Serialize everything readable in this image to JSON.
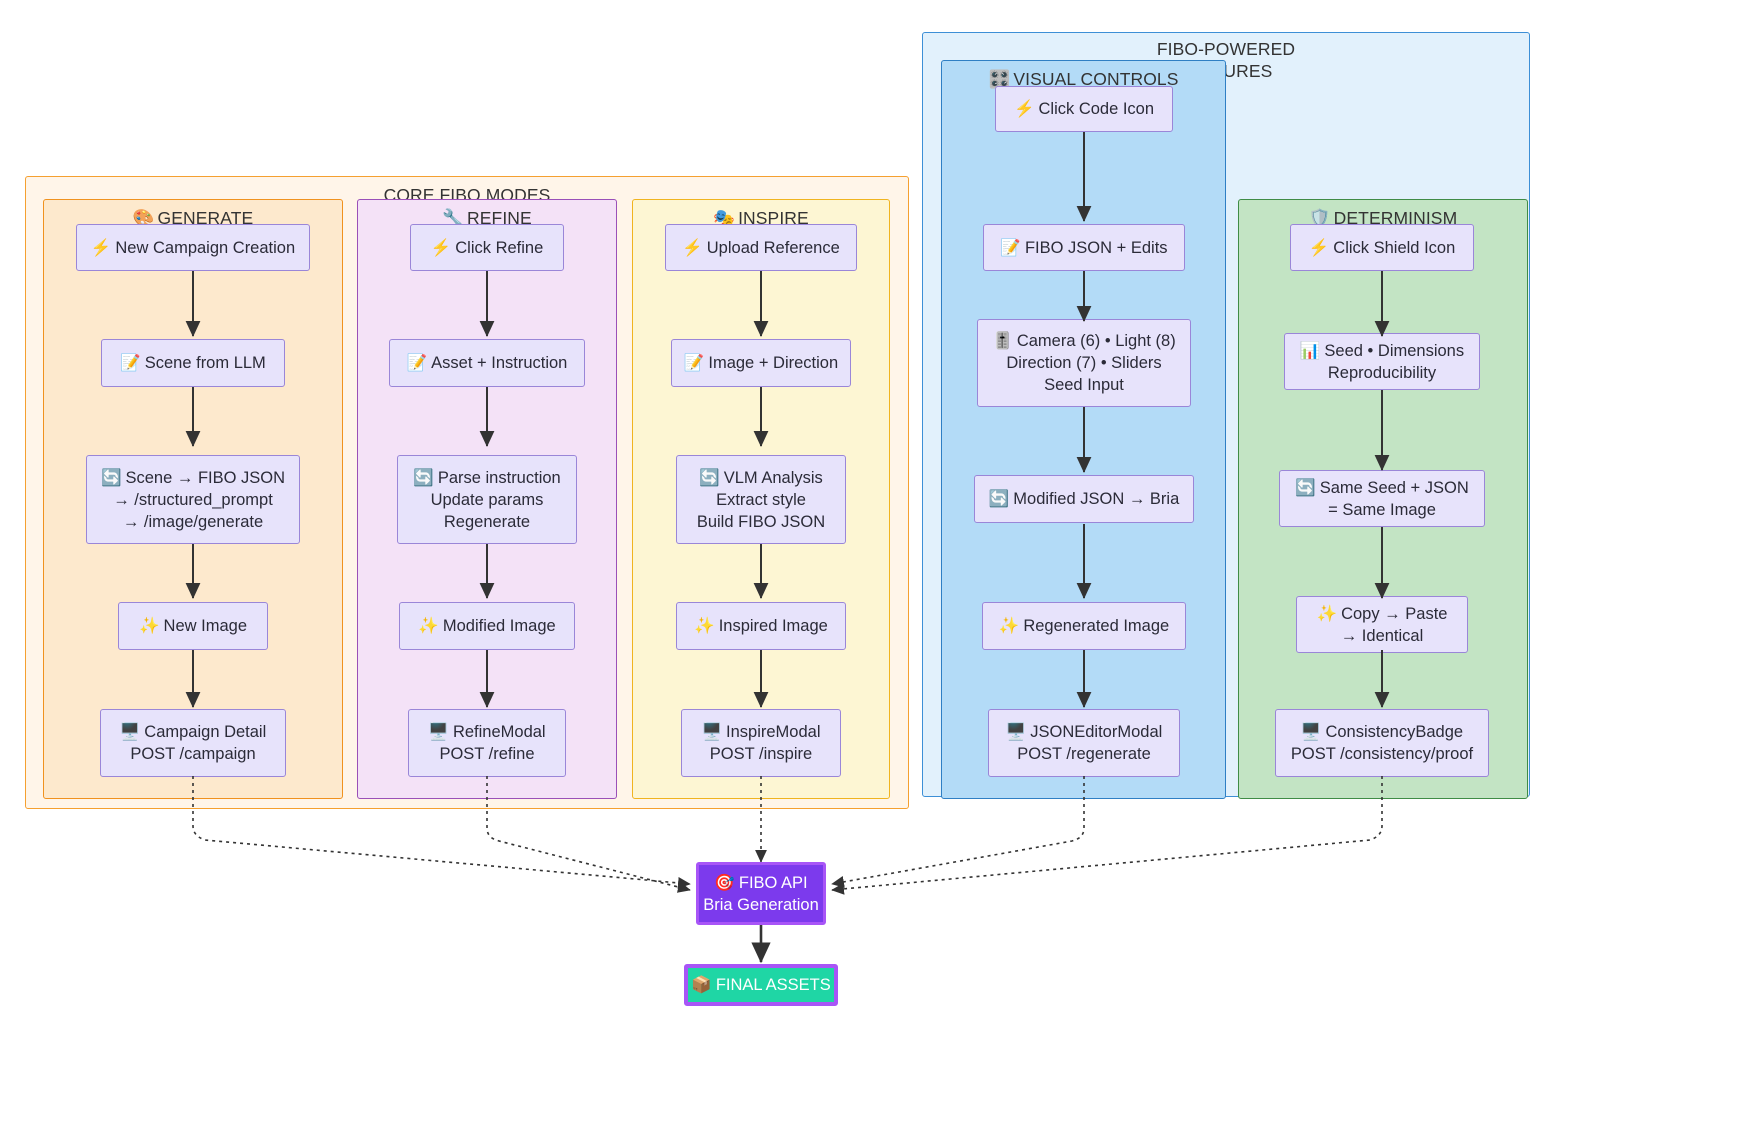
{
  "diagram": {
    "title_visible": false,
    "colors": {
      "node_fill": "#e7e3fb",
      "node_stroke": "#9a86d8",
      "core_outer_fill": "#fff5e9",
      "core_outer_stroke": "#f5a030",
      "generate_fill": "#fde9cd",
      "generate_stroke": "#f0921f",
      "refine_fill": "#f4e2f7",
      "refine_stroke": "#9a50b8",
      "inspire_fill": "#fdf6d3",
      "inspire_stroke": "#f0b41f",
      "fibo_outer_fill": "#e2f1fc",
      "fibo_outer_stroke": "#3d8fd6",
      "visual_fill": "#b3dbf7",
      "visual_stroke": "#2f7fc4",
      "determinism_fill": "#c3e4c4",
      "determinism_stroke": "#3f8c46",
      "api_fill": "#7c3aed",
      "api_stroke": "#a855f7",
      "final_fill": "#1fd6a5",
      "final_stroke": "#a855f7",
      "edge": "#333333"
    }
  },
  "clusters": {
    "core": {
      "label": "CORE FIBO MODES",
      "icon": ""
    },
    "generate": {
      "label": "GENERATE",
      "icon": "🎨"
    },
    "refine": {
      "label": "REFINE",
      "icon": "🔧"
    },
    "inspire": {
      "label": "INSPIRE",
      "icon": "🎭"
    },
    "fibo": {
      "label_line1": "FIBO-POWERED",
      "label_line2": "FEATURES",
      "icon": ""
    },
    "visual": {
      "label": "VISUAL CONTROLS",
      "icon": "🎛️"
    },
    "determinism": {
      "label": "DETERMINISM",
      "icon": "🛡️"
    }
  },
  "nodes": {
    "generate": [
      {
        "id": "g1",
        "icon": "⚡",
        "lines": [
          "New Campaign Creation"
        ]
      },
      {
        "id": "g2",
        "icon": "📝",
        "lines": [
          "Scene from LLM"
        ]
      },
      {
        "id": "g3",
        "icon": "🔄",
        "lines": [
          "Scene → FIBO JSON",
          "→ /structured_prompt",
          "→ /image/generate"
        ]
      },
      {
        "id": "g4",
        "icon": "✨",
        "lines": [
          "New Image"
        ]
      },
      {
        "id": "g5",
        "icon": "🖥️",
        "lines": [
          "Campaign Detail",
          "POST /campaign"
        ]
      }
    ],
    "refine": [
      {
        "id": "r1",
        "icon": "⚡",
        "lines": [
          "Click Refine"
        ]
      },
      {
        "id": "r2",
        "icon": "📝",
        "lines": [
          "Asset + Instruction"
        ]
      },
      {
        "id": "r3",
        "icon": "🔄",
        "lines": [
          "Parse instruction",
          "Update params",
          "Regenerate"
        ]
      },
      {
        "id": "r4",
        "icon": "✨",
        "lines": [
          "Modified Image"
        ]
      },
      {
        "id": "r5",
        "icon": "🖥️",
        "lines": [
          "RefineModal",
          "POST /refine"
        ]
      }
    ],
    "inspire": [
      {
        "id": "i1",
        "icon": "⚡",
        "lines": [
          "Upload Reference"
        ]
      },
      {
        "id": "i2",
        "icon": "📝",
        "lines": [
          "Image + Direction"
        ]
      },
      {
        "id": "i3",
        "icon": "🔄",
        "lines": [
          "VLM Analysis",
          "Extract style",
          "Build FIBO JSON"
        ]
      },
      {
        "id": "i4",
        "icon": "✨",
        "lines": [
          "Inspired Image"
        ]
      },
      {
        "id": "i5",
        "icon": "🖥️",
        "lines": [
          "InspireModal",
          "POST /inspire"
        ]
      }
    ],
    "visual": [
      {
        "id": "v1",
        "icon": "⚡",
        "lines": [
          "Click Code Icon"
        ]
      },
      {
        "id": "v2",
        "icon": "📝",
        "lines": [
          "FIBO JSON + Edits"
        ]
      },
      {
        "id": "v3",
        "icon": "🎚️",
        "lines": [
          "Camera (6) • Light (8)",
          "Direction (7) • Sliders",
          "Seed Input"
        ]
      },
      {
        "id": "v4",
        "icon": "🔄",
        "lines": [
          "Modified JSON → Bria"
        ]
      },
      {
        "id": "v5",
        "icon": "✨",
        "lines": [
          "Regenerated Image"
        ]
      },
      {
        "id": "v6",
        "icon": "🖥️",
        "lines": [
          "JSONEditorModal",
          "POST /regenerate"
        ]
      }
    ],
    "determinism": [
      {
        "id": "d1",
        "icon": "⚡",
        "lines": [
          "Click Shield Icon"
        ]
      },
      {
        "id": "d2",
        "icon": "📊",
        "lines": [
          "Seed • Dimensions",
          "Reproducibility"
        ]
      },
      {
        "id": "d3",
        "icon": "🔄",
        "lines": [
          "Same Seed + JSON",
          "= Same Image"
        ]
      },
      {
        "id": "d4",
        "icon": "✨",
        "lines": [
          "Copy → Paste",
          "→ Identical"
        ]
      },
      {
        "id": "d5",
        "icon": "🖥️",
        "lines": [
          "ConsistencyBadge",
          "POST /consistency/proof"
        ]
      }
    ],
    "terminal": {
      "api": {
        "icon": "🎯",
        "lines": [
          "FIBO API",
          "Bria Generation"
        ]
      },
      "final": {
        "icon": "📦",
        "lines": [
          "FINAL ASSETS"
        ]
      }
    }
  }
}
